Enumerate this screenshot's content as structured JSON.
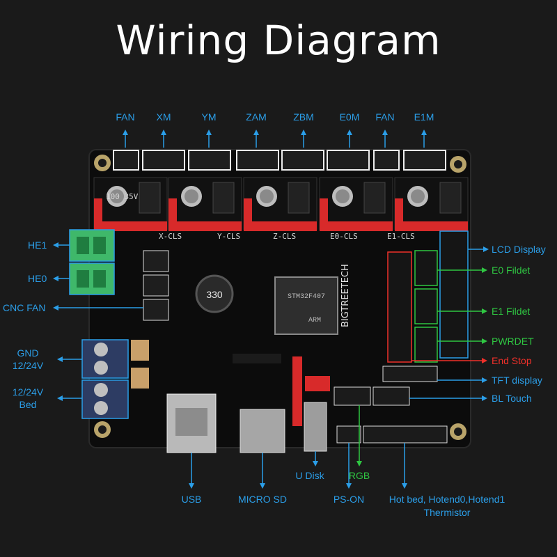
{
  "title": "Wiring Diagram",
  "top_labels": [
    "FAN",
    "XM",
    "YM",
    "ZAM",
    "ZBM",
    "E0M",
    "FAN",
    "E1M"
  ],
  "left_labels": {
    "he1": "HE1",
    "he0": "HE0",
    "cnc_fan": "CNC FAN",
    "gnd_line1": "GND",
    "gnd_line2": "12/24V",
    "bed_line1": "12/24V",
    "bed_line2": "Bed"
  },
  "right_labels": {
    "lcd": "LCD Display",
    "e0": "E0 Fildet",
    "e1": "E1 Fildet",
    "pwrdet": "PWRDET",
    "endstop": "End Stop",
    "tft": "TFT display",
    "bltouch": "BL Touch"
  },
  "bottom_labels": {
    "usb": "USB",
    "microsd": "MICRO SD",
    "udisk": "U Disk",
    "rgb": "RGB",
    "pson": "PS-ON",
    "hot_line1": "Hot bed, Hotend0,Hotend1",
    "hot_line2": "Thermistor"
  },
  "board": {
    "brand": "BIGTREETECH",
    "chip_line1": "STM32F407",
    "chip_line2": "ARM",
    "inductor": "330",
    "driver_labels": [
      "X-CLS",
      "Y-CLS",
      "Z-CLS",
      "E0-CLS",
      "E1-CLS"
    ],
    "cap_label": "100 35V"
  },
  "colors": {
    "label_blue": "#2b9ee8",
    "label_green": "#2fc742",
    "label_red": "#f0302a",
    "terminal_green": "#3fb86a",
    "terminal_blue": "#2d3c63",
    "header_red": "#d82a2a"
  }
}
